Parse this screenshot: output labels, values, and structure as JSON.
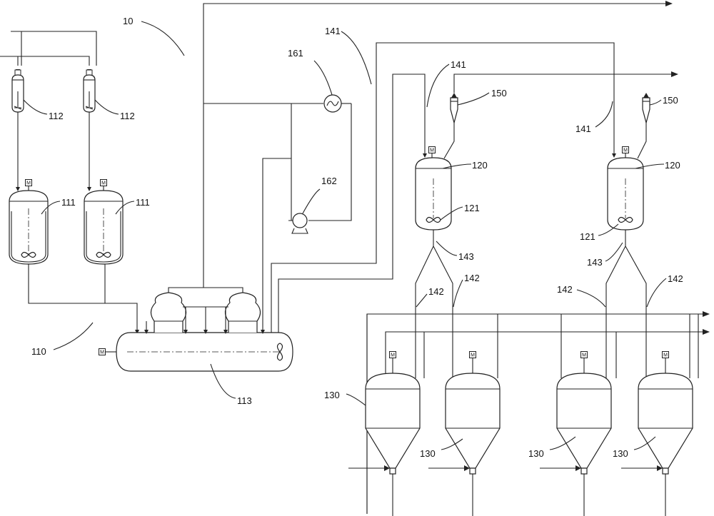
{
  "labels": {
    "system": "10",
    "subsystem": "110",
    "reactor": "111",
    "feed_tank": "112",
    "horizontal_vessel": "113",
    "kettle": "120",
    "agitator": "121",
    "tank": "130",
    "line_141": "141",
    "line_142": "142",
    "line_143": "143",
    "separator": "150",
    "heat_exchanger": "161",
    "pump": "162",
    "motor": "M"
  }
}
